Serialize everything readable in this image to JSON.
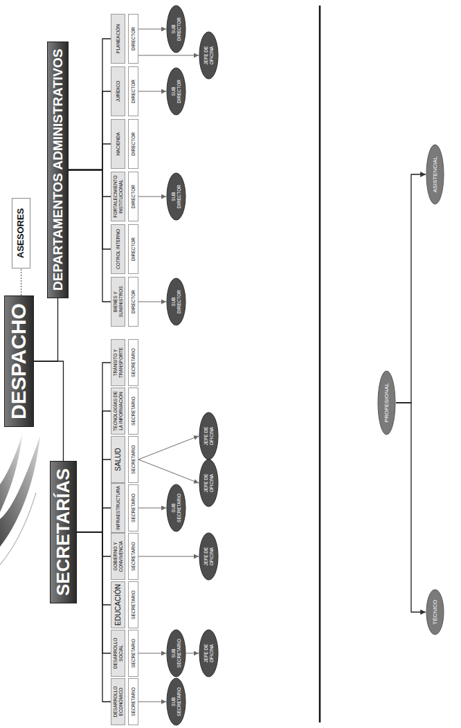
{
  "diagram": {
    "nodes": [
      {
        "text": [
          "DESPACHO"
        ]
      },
      {
        "text": [
          "ASESORES"
        ]
      },
      {
        "text": [
          "SECRETARÍAS"
        ]
      },
      {
        "text": [
          "DEPARTAMENTOS ADMINISTRATIVOS"
        ]
      },
      {
        "text": [
          "DESARROLLO ECONÓMICO"
        ]
      },
      {
        "text": [
          "SECRETARIO"
        ]
      },
      {
        "text": [
          "SUB SECRETARIO"
        ]
      },
      {
        "text": [
          "DESARROLLO SOCIAL"
        ]
      },
      {
        "text": [
          "SECRETARIO"
        ]
      },
      {
        "text": [
          "SUB SECRETARIO"
        ]
      },
      {
        "text": [
          "JEFE DE OFICINA"
        ]
      },
      {
        "text": [
          "EDUCACIÓN"
        ]
      },
      {
        "text": [
          "SECRETARIO"
        ]
      },
      {
        "text": [
          "GOBIERNO Y CONVIVENCIA"
        ]
      },
      {
        "text": [
          "SECRETARIO"
        ]
      },
      {
        "text": [
          "JEFE DE OFICINA"
        ]
      },
      {
        "text": [
          "INFRAESTRUCTURA"
        ]
      },
      {
        "text": [
          "SECRETARIO"
        ]
      },
      {
        "text": [
          "SUB SECRETARIO"
        ]
      },
      {
        "text": [
          "SALUD"
        ]
      },
      {
        "text": [
          "SECRETARIO"
        ]
      },
      {
        "text": [
          "JEFE DE OFICINA"
        ]
      },
      {
        "text": [
          "JEFE DE OFICINA"
        ]
      },
      {
        "text": [
          "TECNOLOGÍAS DE LA INFORMACIÓN"
        ]
      },
      {
        "text": [
          "SECRETARIO"
        ]
      },
      {
        "text": [
          "TRÁNSITO Y TRANSPORTE"
        ]
      },
      {
        "text": [
          "SECRETARIO"
        ]
      },
      {
        "text": [
          "BIENES Y SUMINISTROS"
        ]
      },
      {
        "text": [
          "DIRECTOR"
        ]
      },
      {
        "text": [
          "SUB DIRECTOR"
        ]
      },
      {
        "text": [
          "COTROL INTERNO"
        ]
      },
      {
        "text": [
          "DIRECTOR"
        ]
      },
      {
        "text": [
          "FORTALECIMIENTO INSTITUCIONAL"
        ]
      },
      {
        "text": [
          "DIRECTOR"
        ]
      },
      {
        "text": [
          "SUB DIRECTOR"
        ]
      },
      {
        "text": [
          "HACIENDA"
        ]
      },
      {
        "text": [
          "DIRECTOR"
        ]
      },
      {
        "text": [
          "JURÍDICO"
        ]
      },
      {
        "text": [
          "DIRECTOR"
        ]
      },
      {
        "text": [
          "SUB DIRECTOR"
        ]
      },
      {
        "text": [
          "PLANEACIÓN"
        ]
      },
      {
        "text": [
          "DIRECTOR"
        ]
      },
      {
        "text": [
          "SUB DIRECTOR"
        ]
      },
      {
        "text": [
          "JEFE DE OFICINA"
        ]
      },
      {
        "text": [
          "PROFESIONAL"
        ]
      },
      {
        "text": [
          "TÉCNICO"
        ]
      },
      {
        "text": [
          "ASISTENCIAL"
        ]
      }
    ],
    "edges": [
      {
        "from": 0,
        "to": 1,
        "arrow": "none"
      },
      {
        "from": 0,
        "to": 2,
        "arrow": "none"
      },
      {
        "from": 0,
        "to": 3,
        "arrow": "none"
      },
      {
        "from": 2,
        "to": 4,
        "arrow": "none"
      },
      {
        "from": 2,
        "to": 7,
        "arrow": "none"
      },
      {
        "from": 2,
        "to": 11,
        "arrow": "none"
      },
      {
        "from": 2,
        "to": 13,
        "arrow": "none"
      },
      {
        "from": 2,
        "to": 16,
        "arrow": "none"
      },
      {
        "from": 2,
        "to": 19,
        "arrow": "none"
      },
      {
        "from": 2,
        "to": 23,
        "arrow": "none"
      },
      {
        "from": 2,
        "to": 25,
        "arrow": "none"
      },
      {
        "from": 3,
        "to": 27,
        "arrow": "none"
      },
      {
        "from": 3,
        "to": 30,
        "arrow": "none"
      },
      {
        "from": 3,
        "to": 32,
        "arrow": "none"
      },
      {
        "from": 3,
        "to": 35,
        "arrow": "none"
      },
      {
        "from": 3,
        "to": 37,
        "arrow": "none"
      },
      {
        "from": 3,
        "to": 40,
        "arrow": "none"
      },
      {
        "from": 5,
        "to": 6,
        "arrow": "to"
      },
      {
        "from": 8,
        "to": 9,
        "arrow": "to"
      },
      {
        "from": 9,
        "to": 10,
        "arrow": "to"
      },
      {
        "from": 14,
        "to": 15,
        "arrow": "to"
      },
      {
        "from": 17,
        "to": 18,
        "arrow": "to"
      },
      {
        "from": 20,
        "to": 21,
        "arrow": "to"
      },
      {
        "from": 20,
        "to": 22,
        "arrow": "to"
      },
      {
        "from": 28,
        "to": 29,
        "arrow": "to"
      },
      {
        "from": 33,
        "to": 34,
        "arrow": "to"
      },
      {
        "from": 38,
        "to": 39,
        "arrow": "to"
      },
      {
        "from": 41,
        "to": 42,
        "arrow": "to"
      },
      {
        "from": 41,
        "to": 43,
        "arrow": "to"
      },
      {
        "from": 44,
        "to": 45,
        "arrow": "to"
      },
      {
        "from": 44,
        "to": 46,
        "arrow": "to"
      }
    ]
  }
}
